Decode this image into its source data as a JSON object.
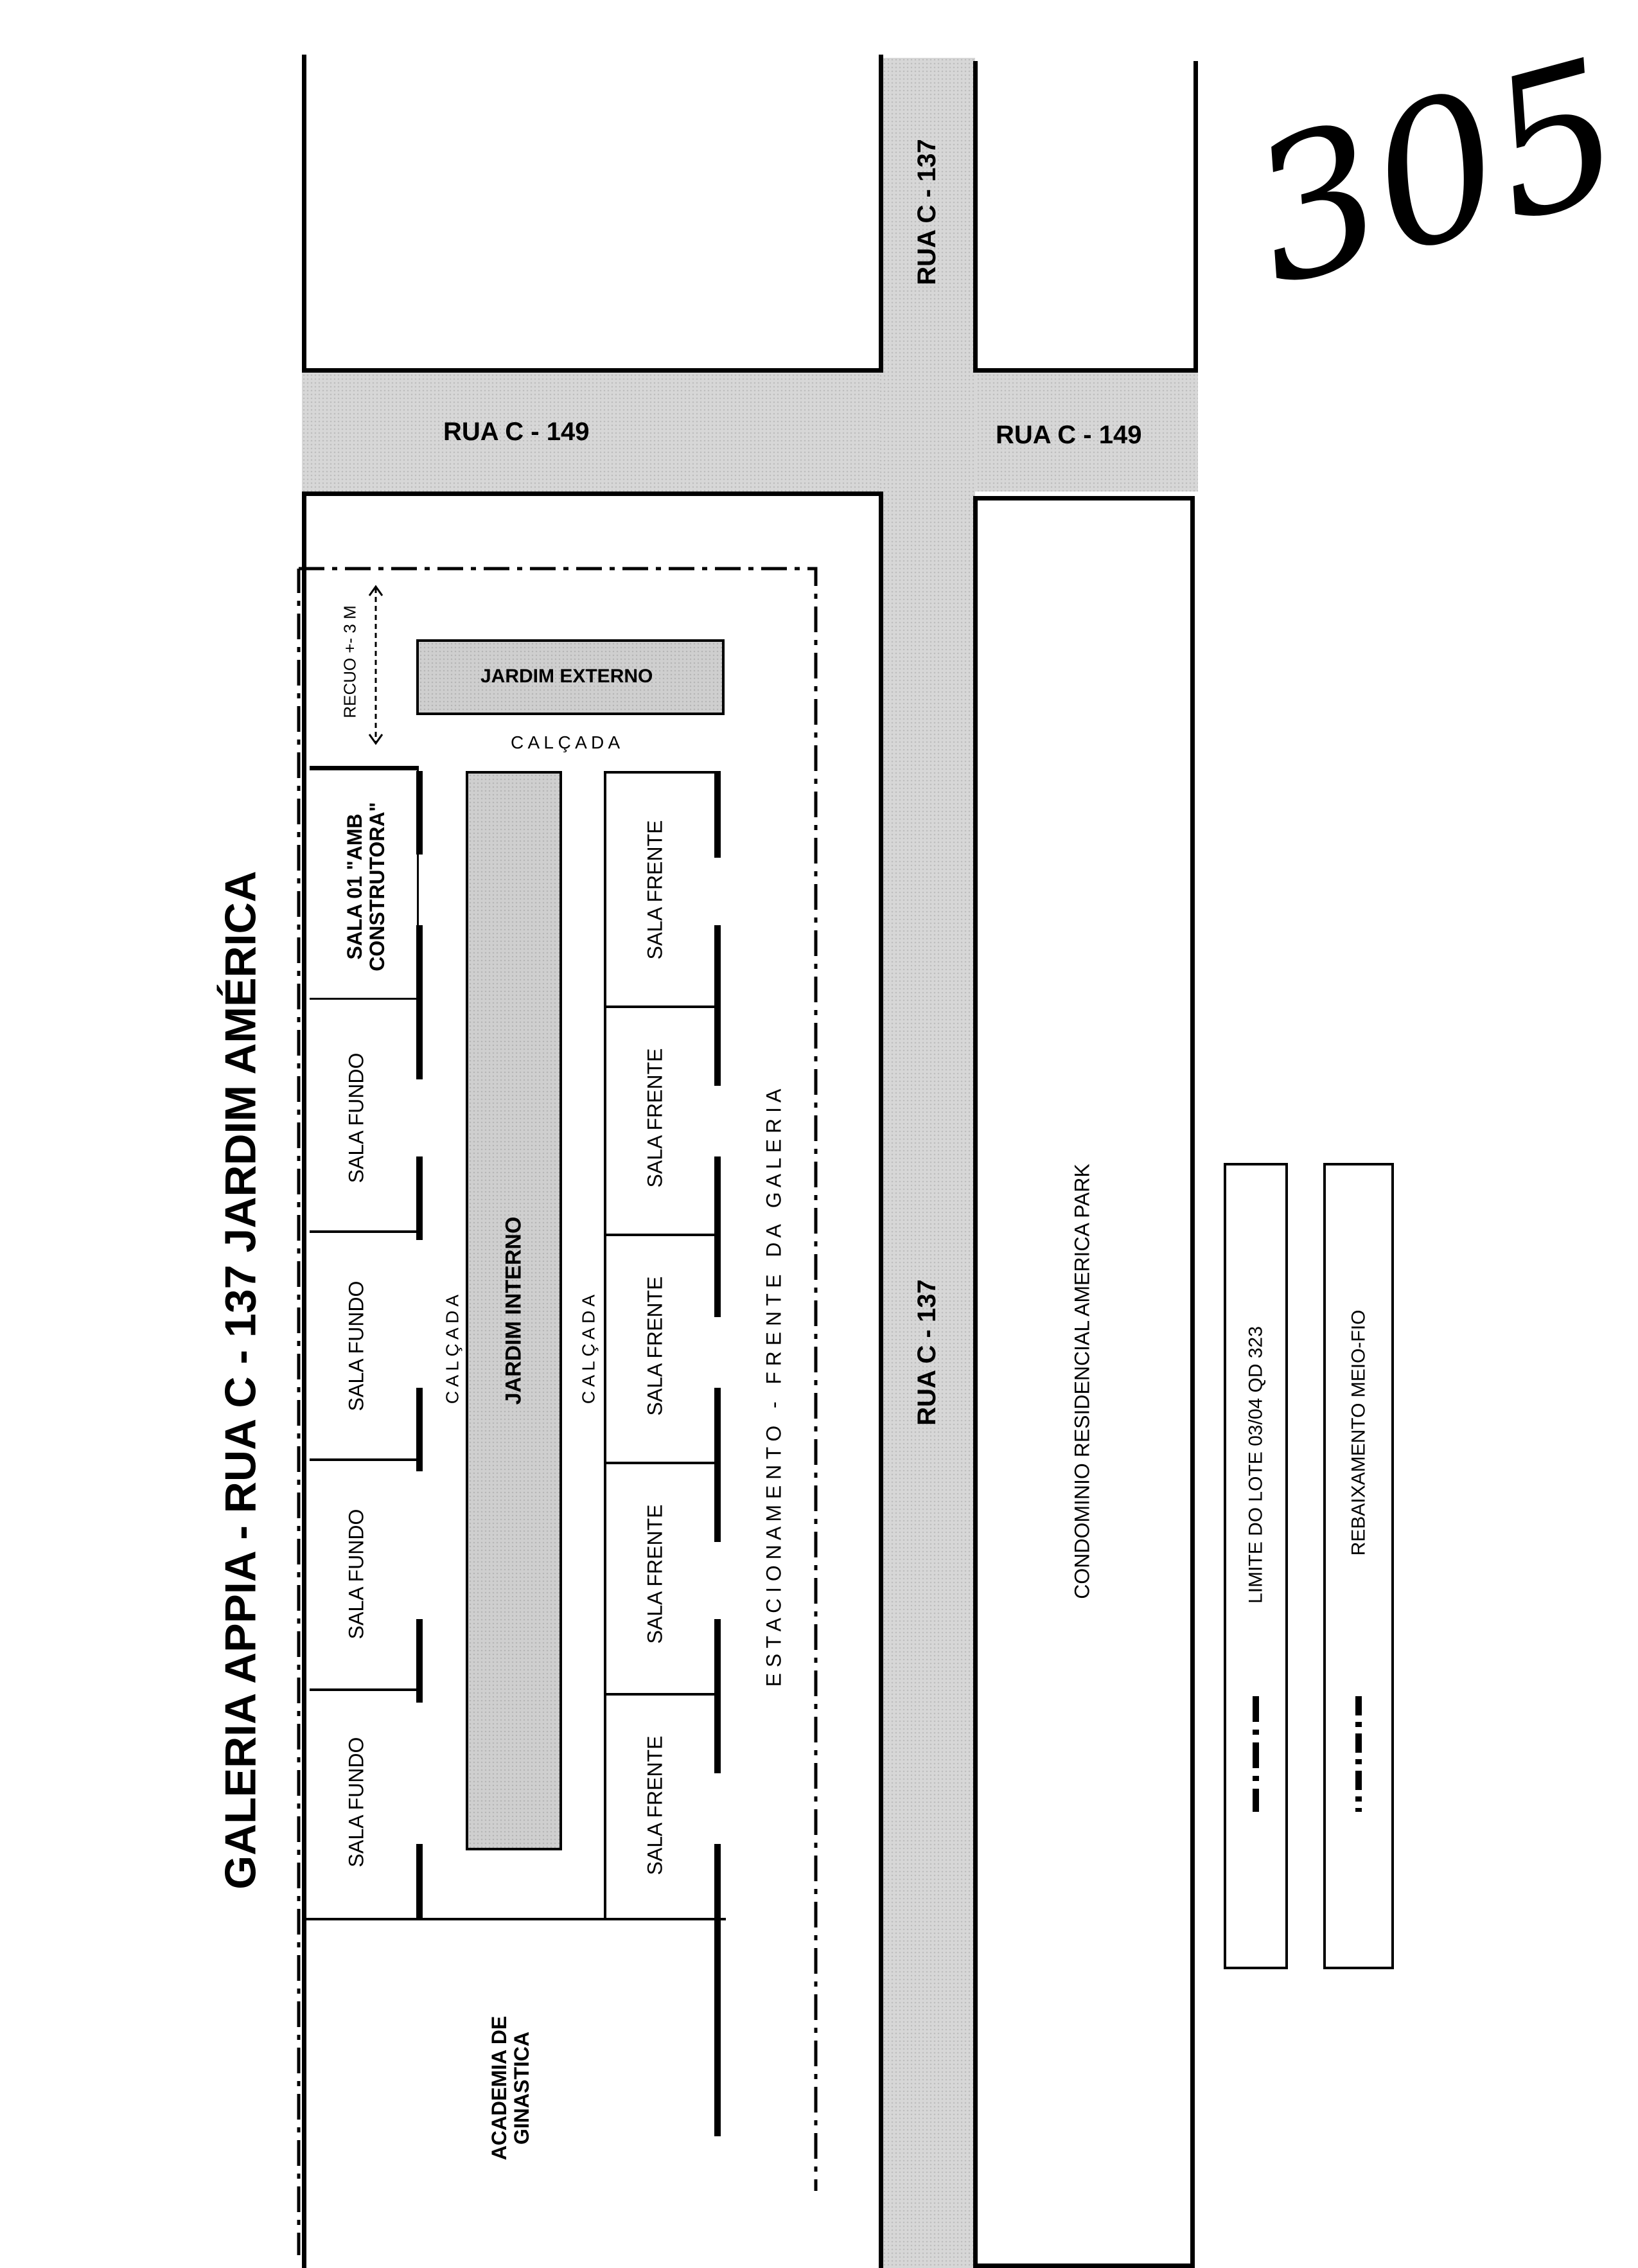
{
  "title": "GALERIA APPIA - RUA C - 137 JARDIM AMÉRICA",
  "handwritten_number": "305",
  "streets": {
    "c137_top": "RUA C - 137",
    "c137_main": "RUA C - 137",
    "c149_left": "RUA C - 149",
    "c149_right": "RUA C - 149"
  },
  "labels": {
    "recuo": "RECUO +- 3 M",
    "jardim_externo": "JARDIM EXTERNO",
    "calcada_top": "C A L Ç A D A",
    "calcada_left": "C A L Ç A D A",
    "calcada_right": "C A L Ç A D A",
    "jardim_interno": "JARDIM INTERNO",
    "estacionamento": "E S T A C I O N A M E N T O   -   F R E N T E   D A   G A L E R I A",
    "condominio": "CONDOMINIO RESIDENCIAL AMERICA PARK",
    "academia": "ACADEMIA DE\nGINASTICA",
    "sala01": "SALA 01 \"AMB\nCONSTRUTORA\""
  },
  "rooms": {
    "fundo": [
      "SALA FUNDO",
      "SALA FUNDO",
      "SALA FUNDO",
      "SALA FUNDO"
    ],
    "frente": [
      "SALA FRENTE",
      "SALA FRENTE",
      "SALA FRENTE",
      "SALA FRENTE",
      "SALA FRENTE"
    ]
  },
  "legend": {
    "limite": "LIMITE DO LOTE 03/04 QD 323",
    "rebaixamento": "REBAIXAMENTO MEIO-FIO"
  }
}
